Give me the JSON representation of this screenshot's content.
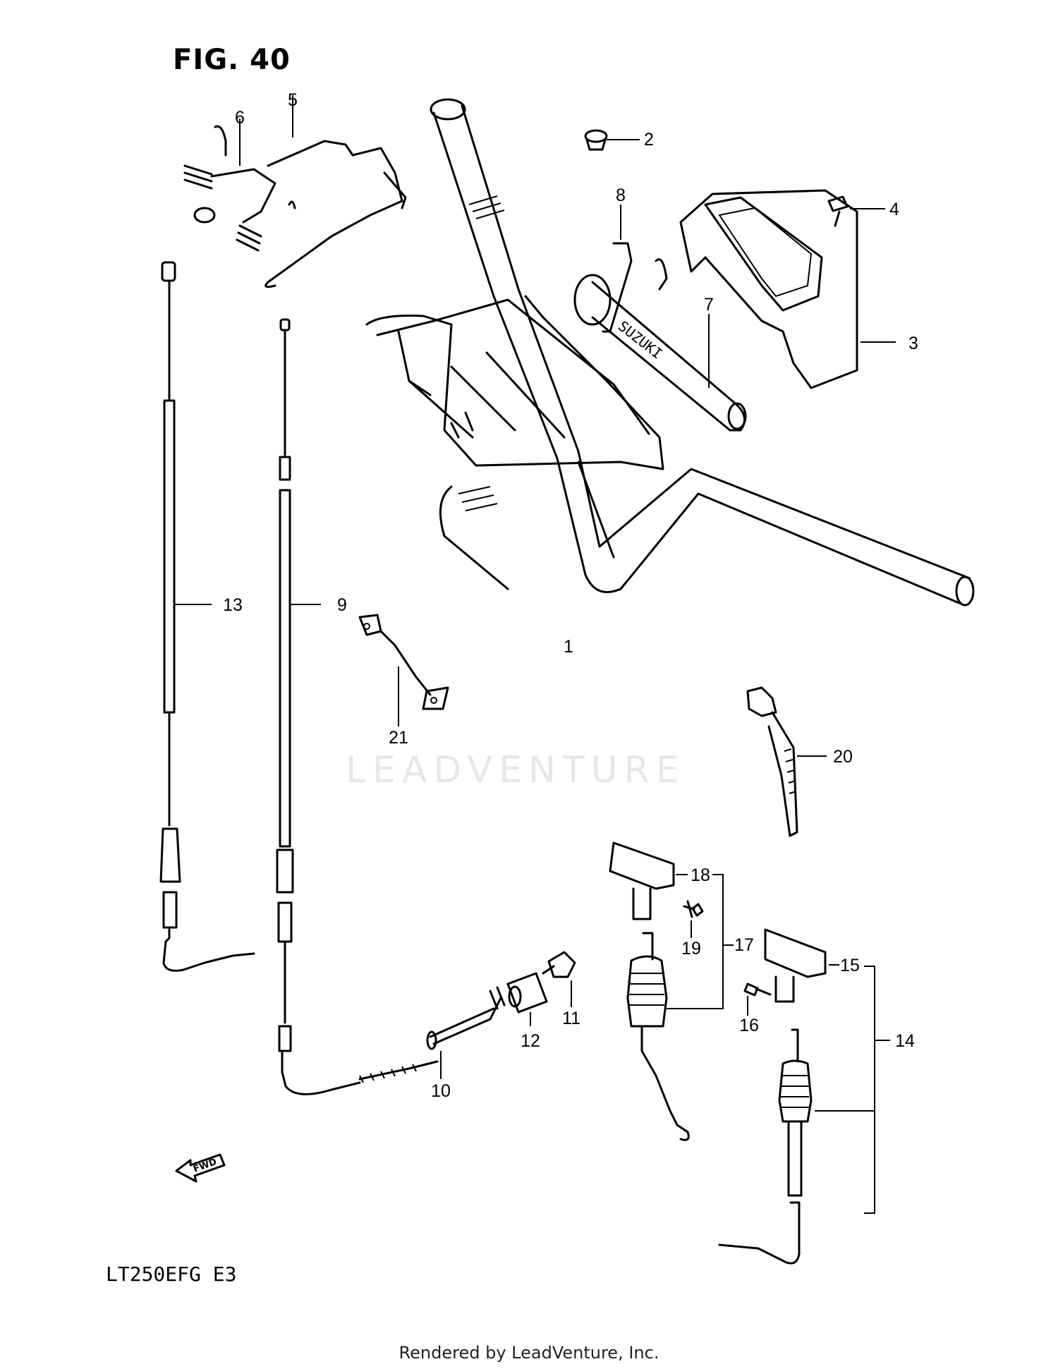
{
  "figure_title": "FIG. 40",
  "model_code": "LT250EFG  E3",
  "watermark": "LEADVENTURE",
  "footer": "Rendered by LeadVenture, Inc.",
  "grip_lettering": "SUZUKI",
  "fwd_label": "FWD",
  "callouts": [
    "1",
    "2",
    "3",
    "4",
    "5",
    "6",
    "7",
    "8",
    "9",
    "10",
    "11",
    "12",
    "13",
    "14",
    "15",
    "16",
    "17",
    "18",
    "19",
    "20",
    "21"
  ]
}
